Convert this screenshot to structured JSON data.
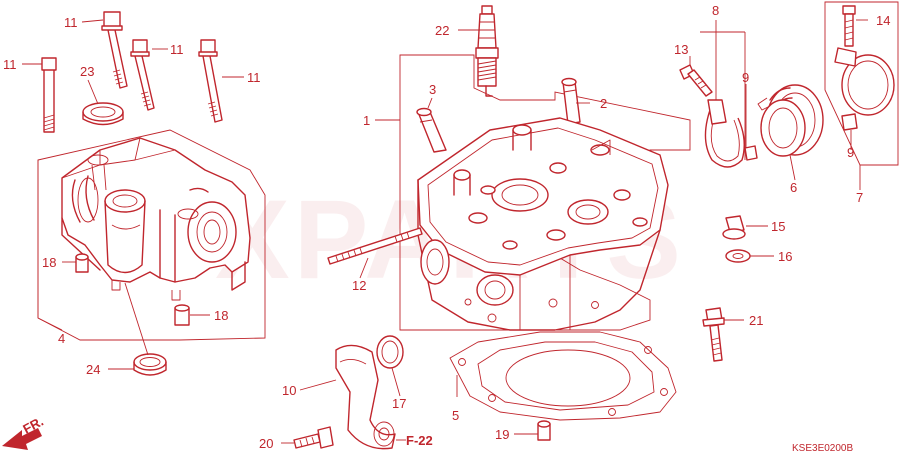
{
  "callouts": {
    "c1": "1",
    "c2": "2",
    "c3": "3",
    "c4": "4",
    "c5": "5",
    "c6": "6",
    "c7": "7",
    "c8": "8",
    "c9": "9",
    "c10": "10",
    "c11": "11",
    "c12": "12",
    "c13": "13",
    "c14": "14",
    "c15": "15",
    "c16": "16",
    "c17": "17",
    "c18": "18",
    "c19": "19",
    "c20": "20",
    "c21": "21",
    "c22": "22",
    "c23": "23",
    "c24": "24"
  },
  "references": {
    "fr": "FR.",
    "f22": "F-22"
  },
  "diagram_code": "KSE3E0200B",
  "watermark": "XPARTS",
  "colors": {
    "ink": "#c0262d",
    "background": "#ffffff"
  }
}
